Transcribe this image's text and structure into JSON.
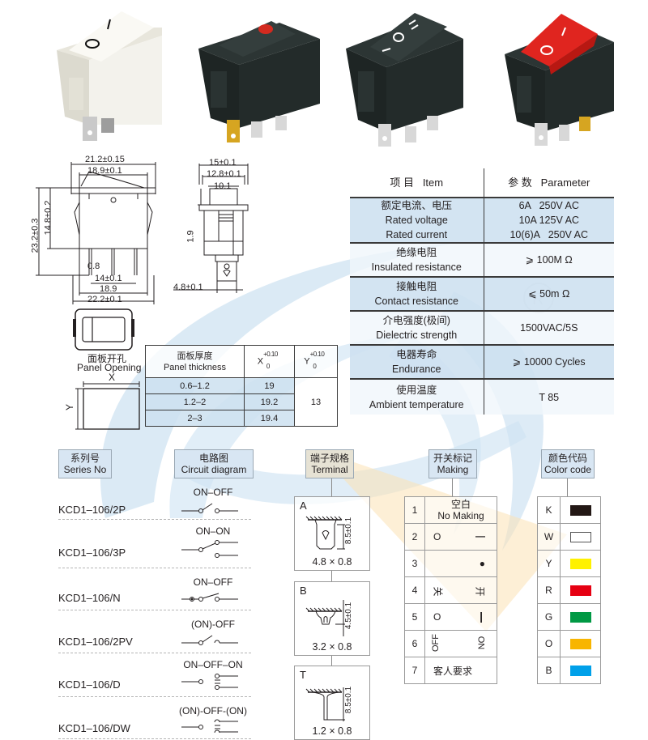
{
  "products": [
    {
      "name": "white rocker switch",
      "marking": "I / O",
      "body_color": "#f2f1ea",
      "pins": 2
    },
    {
      "name": "black rocker switch with red lamp",
      "marking": "red indicator dot",
      "body_color": "#27302f",
      "pins": 3
    },
    {
      "name": "black three-position rocker switch",
      "marking": "I O II",
      "body_color": "#27302f",
      "pins": 3
    },
    {
      "name": "black switch with illuminated red rocker",
      "marking": "I / O",
      "body_color": "#27302f",
      "rocker_color": "#e0251f",
      "pins": 3
    }
  ],
  "front_drawing": {
    "dims": [
      "21.2±0.15",
      "18.9±0.1",
      "23.2±0.3",
      "14.8±0.2",
      "0.8",
      "14±0.1",
      "18.9",
      "22.2±0.1"
    ]
  },
  "side_drawing": {
    "dims": [
      "15±0.1",
      "12.8±0.1",
      "10.1",
      "1.9",
      "4.8±0.1"
    ]
  },
  "panel_opening": {
    "label_cn": "面板开孔",
    "label_en": "Panel Opening",
    "x_label": "X",
    "y_label": "Y"
  },
  "panel_table": {
    "headers": {
      "thickness_cn": "面板厚度",
      "thickness_en": "Panel thickness",
      "x": "X",
      "y": "Y",
      "tol_plus": "+0.10",
      "tol_zero": "0"
    },
    "rows": [
      {
        "thickness": "0.6–1.2",
        "x": "19"
      },
      {
        "thickness": "1.2–2",
        "x": "19.2"
      },
      {
        "thickness": "2–3",
        "x": "19.4"
      }
    ],
    "y_value": "13"
  },
  "spec_table": {
    "header": {
      "item": "项 目   Item",
      "parameter": "参 数   Parameter"
    },
    "rows": [
      {
        "item_cn": "额定电流、电压",
        "item_en": [
          "Rated voltage",
          "Rated current"
        ],
        "values": [
          "6A   250V AC",
          "10A 125V AC",
          "10(6)A   250V AC"
        ]
      },
      {
        "item_cn": "绝缘电阻",
        "item_en": [
          "Insulated resistance"
        ],
        "values": [
          "⩾ 100M Ω"
        ]
      },
      {
        "item_cn": "接触电阻",
        "item_en": [
          "Contact resistance"
        ],
        "values": [
          "⩽ 50m Ω"
        ]
      },
      {
        "item_cn": "介电强度(极间)",
        "item_en": [
          "Dielectric strength"
        ],
        "values": [
          "1500VAC/5S"
        ]
      },
      {
        "item_cn": "电器寿命",
        "item_en": [
          "Endurance"
        ],
        "values": [
          "⩾ 10000 Cycles"
        ]
      },
      {
        "item_cn": "使用温度",
        "item_en": [
          "Ambient temperature"
        ],
        "values": [
          "T 85"
        ]
      }
    ]
  },
  "series": {
    "header_cn": "系列号",
    "header_en": "Series No",
    "items": [
      "KCD1–106/2P",
      "KCD1–106/3P",
      "KCD1–106/N",
      "KCD1–106/2PV",
      "KCD1–106/D",
      "KCD1–106/DW"
    ]
  },
  "circuit": {
    "header_cn": "电路图",
    "header_en": "Circuit diagram",
    "items": [
      "ON–OFF",
      "ON–ON",
      "ON–OFF",
      "(ON)-OFF",
      "ON–OFF–ON",
      "(ON)-OFF-(ON)"
    ]
  },
  "terminal": {
    "header_cn": "端子规格",
    "header_en": "Terminal",
    "items": [
      {
        "letter": "A",
        "dim": "8.5±0.1",
        "size": "4.8 × 0.8"
      },
      {
        "letter": "B",
        "dim": "4.5±0.1",
        "size": "3.2 × 0.8"
      },
      {
        "letter": "T",
        "dim": "8.5±0.1",
        "size": "1.2 × 0.8"
      }
    ]
  },
  "making": {
    "header_cn": "开关标记",
    "header_en": "Making",
    "rows": [
      {
        "num": "1",
        "left": "空白",
        "right": "No Making"
      },
      {
        "num": "2",
        "left": "O",
        "right": "—"
      },
      {
        "num": "3",
        "left": "",
        "right": "●"
      },
      {
        "num": "4",
        "left": "关",
        "right": "开"
      },
      {
        "num": "5",
        "left": "O",
        "right": "|"
      },
      {
        "num": "6",
        "left": "OFF",
        "right": "ON"
      },
      {
        "num": "7",
        "left": "客人要求",
        "right": ""
      }
    ]
  },
  "color_code": {
    "header_cn": "颜色代码",
    "header_en": "Color code",
    "rows": [
      {
        "code": "K",
        "color": "#231815"
      },
      {
        "code": "W",
        "color": "#ffffff"
      },
      {
        "code": "Y",
        "color": "#fff100"
      },
      {
        "code": "R",
        "color": "#e60012"
      },
      {
        "code": "G",
        "color": "#009944"
      },
      {
        "code": "O",
        "color": "#f8b500"
      },
      {
        "code": "B",
        "color": "#00a0e9"
      }
    ]
  }
}
